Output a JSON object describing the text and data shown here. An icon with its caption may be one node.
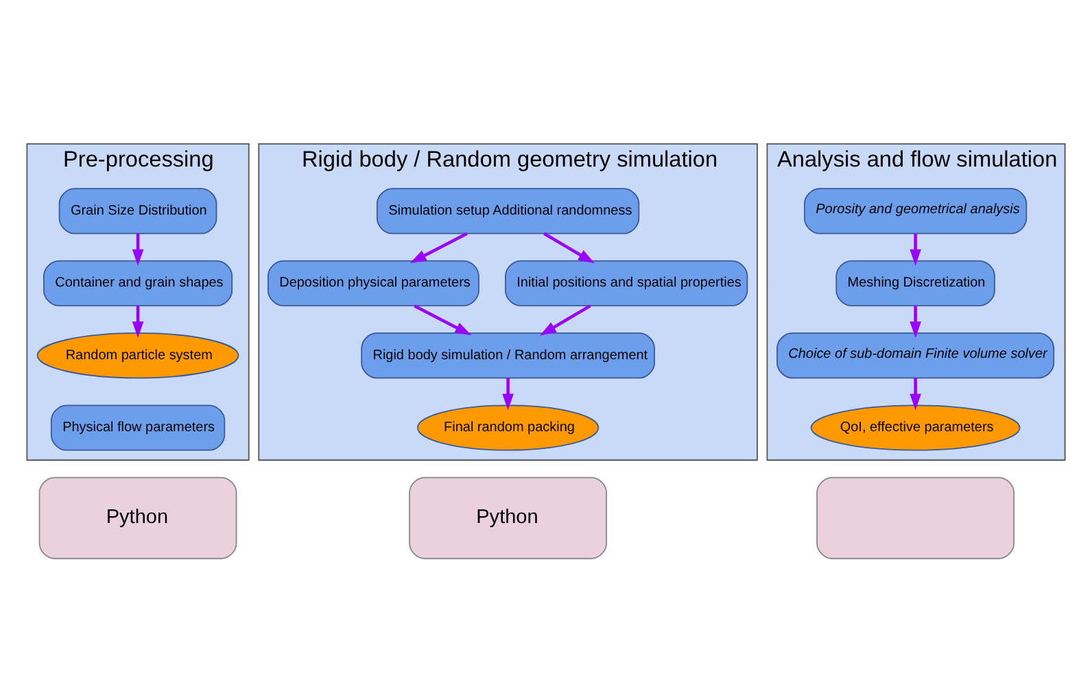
{
  "diagram": {
    "nodes": [
      {
        "text": [
          "Pre-processing"
        ]
      },
      {
        "text": [
          "Grain Size Distribution"
        ],
        "in": 0
      },
      {
        "text": [
          "Container and grain shapes"
        ],
        "in": 0
      },
      {
        "text": [
          "Random particle system"
        ],
        "in": 0
      },
      {
        "text": [
          "Physical flow parameters"
        ],
        "in": 0
      },
      {
        "text": [
          "Rigid body / Random geometry simulation"
        ]
      },
      {
        "text": [
          "Simulation setup Additional randomness"
        ],
        "in": 5
      },
      {
        "text": [
          "Deposition physical parameters"
        ],
        "in": 5
      },
      {
        "text": [
          "Initial positions and spatial properties"
        ],
        "in": 5
      },
      {
        "text": [
          "Rigid body simulation / Random arrangement"
        ],
        "in": 5
      },
      {
        "text": [
          "Final random packing"
        ],
        "in": 5
      },
      {
        "text": [
          "Analysis and flow simulation"
        ]
      },
      {
        "text": [
          "Porosity and geometrical analysis"
        ],
        "in": 11
      },
      {
        "text": [
          "Meshing Discretization"
        ],
        "in": 11
      },
      {
        "text": [
          "Choice of sub-domain Finite volume solver"
        ],
        "in": 11
      },
      {
        "text": [
          "QoI, effective parameters"
        ],
        "in": 11
      },
      {
        "text": [
          "Python"
        ]
      },
      {
        "text": [
          "Python"
        ]
      },
      {
        "text": [],
        "shape": "box"
      }
    ],
    "edges": [
      {
        "from": 1,
        "to": 2,
        "arrow": "to"
      },
      {
        "from": 2,
        "to": 3,
        "arrow": "to"
      },
      {
        "from": 6,
        "to": 7,
        "arrow": "to"
      },
      {
        "from": 6,
        "to": 8,
        "arrow": "to"
      },
      {
        "from": 7,
        "to": 9,
        "arrow": "to"
      },
      {
        "from": 8,
        "to": 9,
        "arrow": "to"
      },
      {
        "from": 9,
        "to": 10,
        "arrow": "to"
      },
      {
        "from": 12,
        "to": 13,
        "arrow": "to"
      },
      {
        "from": 13,
        "to": 14,
        "arrow": "to"
      },
      {
        "from": 14,
        "to": 15,
        "arrow": "to"
      }
    ]
  }
}
